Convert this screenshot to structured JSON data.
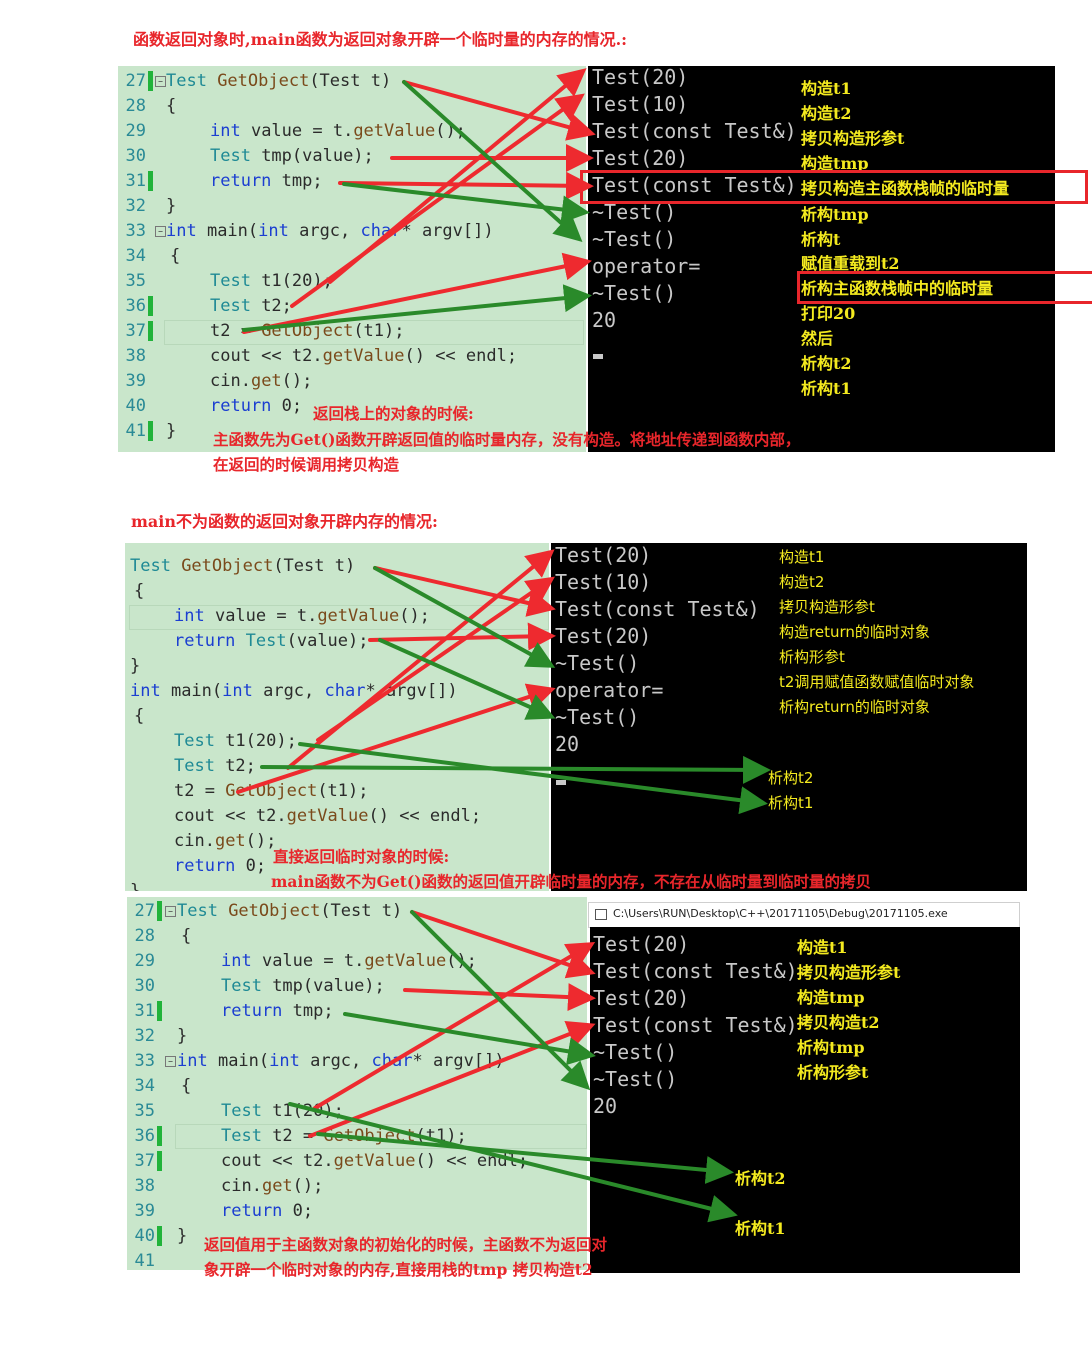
{
  "headings": {
    "h1": "函数返回对象时,main函数为返回对象开辟一个临时量的内存的情况.:",
    "h2": "main不为函数的返回对象开辟内存的情况:"
  },
  "panel1": {
    "line_numbers": [
      "27",
      "28",
      "29",
      "30",
      "31",
      "32",
      "33",
      "34",
      "35",
      "36",
      "37",
      "38",
      "39",
      "40",
      "41"
    ],
    "code": {
      "l27a": "Test",
      "l27b": " GetObject",
      "l27c": "(Test t)",
      "l28": "{",
      "l29a": "int",
      "l29b": " value = t.",
      "l29c": "getValue",
      "l29d": "();",
      "l30a": "Test",
      "l30b": " tmp(value);",
      "l31a": "return",
      "l31b": " tmp;",
      "l32": "}",
      "l33a": "int",
      "l33b": " main(",
      "l33c": "int",
      "l33d": " argc, ",
      "l33e": "char",
      "l33f": "* argv[])",
      "l34": "{",
      "l35a": "Test",
      "l35b": " t1(20);",
      "l36a": "Test",
      "l36b": " t2;",
      "l37a": "t2 = ",
      "l37b": "GetObject",
      "l37c": "(t1);",
      "l38a": "cout << t2.",
      "l38b": "getValue",
      "l38c": "() << endl;",
      "l39a": "cin.",
      "l39b": "get",
      "l39c": "();",
      "l40a": "return",
      "l40b": " 0;",
      "l41": "}"
    },
    "console": [
      "Test(20)",
      "Test(10)",
      "Test(const Test&)",
      "Test(20)",
      "Test(const Test&)",
      "~Test()",
      "~Test()",
      "operator=",
      "~Test()",
      "20"
    ],
    "notes": [
      "构造t1",
      "构造t2",
      "拷贝构造形参t",
      "构造tmp",
      "拷贝构造主函数栈帧的临时量",
      "析构tmp",
      "析构t",
      "赋值重载到t2",
      "析构主函数栈帧中的临时量",
      "打印20",
      "然后",
      "析构t2",
      "析构t1"
    ],
    "red_note_title": "返回栈上的对象的时候:",
    "red_note_body1": "主函数先为Get()函数开辟返回值的临时量内存，没有构造。将地址传递到函数内部，",
    "red_note_body2": "在返回的时候调用拷贝构造"
  },
  "panel2": {
    "code": {
      "l1a": "Test",
      "l1b": " GetObject",
      "l1c": "(Test t)",
      "l2": "{",
      "l3a": "int",
      "l3b": " value = t.",
      "l3c": "getValue",
      "l3d": "();",
      "l4a": "return",
      "l4b": " Test",
      "l4c": "(value);",
      "l5": "}",
      "l6a": "int",
      "l6b": " main(",
      "l6c": "int",
      "l6d": " argc, ",
      "l6e": "char",
      "l6f": "* argv[])",
      "l7": "{",
      "l8a": "Test",
      "l8b": " t1(20);",
      "l9a": "Test",
      "l9b": " t2;",
      "l10a": "t2 = ",
      "l10b": "GetObject",
      "l10c": "(t1);",
      "l11a": "cout << t2.",
      "l11b": "getValue",
      "l11c": "() << endl;",
      "l12a": "cin.",
      "l12b": "get",
      "l12c": "();",
      "l13a": "return",
      "l13b": " 0;",
      "l14": "}"
    },
    "console": [
      "Test(20)",
      "Test(10)",
      "Test(const Test&)",
      "Test(20)",
      "~Test()",
      "operator=",
      "~Test()",
      "20"
    ],
    "notes": [
      "构造t1",
      "构造t2",
      "拷贝构造形参t",
      "构造return的临时对象",
      "析构形参t",
      "t2调用赋值函数赋值临时对象",
      "析构return的临时对象"
    ],
    "outside_notes": [
      "析构t2",
      "析构t1"
    ],
    "red_note_title": "直接返回临时对象的时候:",
    "red_note_body": "main函数不为Get()函数的返回值开辟临时量的内存，不存在从临时量到临时量的拷贝"
  },
  "panel3": {
    "line_numbers": [
      "27",
      "28",
      "29",
      "30",
      "31",
      "32",
      "33",
      "34",
      "35",
      "36",
      "37",
      "38",
      "39",
      "40",
      "41"
    ],
    "code": {
      "l27a": "Test",
      "l27b": " GetObject",
      "l27c": "(Test t)",
      "l28": "{",
      "l29a": "int",
      "l29b": " value = t.",
      "l29c": "getValue",
      "l29d": "();",
      "l30a": "Test",
      "l30b": " tmp(value);",
      "l31a": "return",
      "l31b": " tmp;",
      "l32": "}",
      "l33a": "int",
      "l33b": " main(",
      "l33c": "int",
      "l33d": " argc, ",
      "l33e": "char",
      "l33f": "* argv[])",
      "l34": "{",
      "l35a": "Test",
      "l35b": " t1(20);",
      "l36a": "Test",
      "l36b": " t2 = ",
      "l36c": "GetObject",
      "l36d": "(t1);",
      "l37a": "cout << t2.",
      "l37b": "getValue",
      "l37c": "() << endl;",
      "l38a": "cin.",
      "l38b": "get",
      "l38c": "();",
      "l39a": "return",
      "l39b": " 0;",
      "l40": "}"
    },
    "window_title": "C:\\Users\\RUN\\Desktop\\C++\\20171105\\Debug\\20171105.exe",
    "console": [
      "Test(20)",
      "Test(const Test&)",
      "Test(20)",
      "Test(const Test&)",
      "~Test()",
      "~Test()",
      "20"
    ],
    "notes": [
      "构造t1",
      "拷贝构造形参t",
      "构造tmp",
      "拷贝构造t2",
      "析构tmp",
      "析构形参t"
    ],
    "outside_notes": [
      "析构t2",
      "析构t1"
    ],
    "red_note_line1": "返回值用于主函数对象的初始化的时候，主函数不为返回对",
    "red_note_line2": "象开辟一个临时对象的内存,直接用栈的tmp 拷贝构造t2"
  },
  "colors": {
    "red": "#e8262b",
    "green": "#2a8a2a",
    "code_bg": "#c9e6cb",
    "yellow": "#f4ea1f"
  }
}
